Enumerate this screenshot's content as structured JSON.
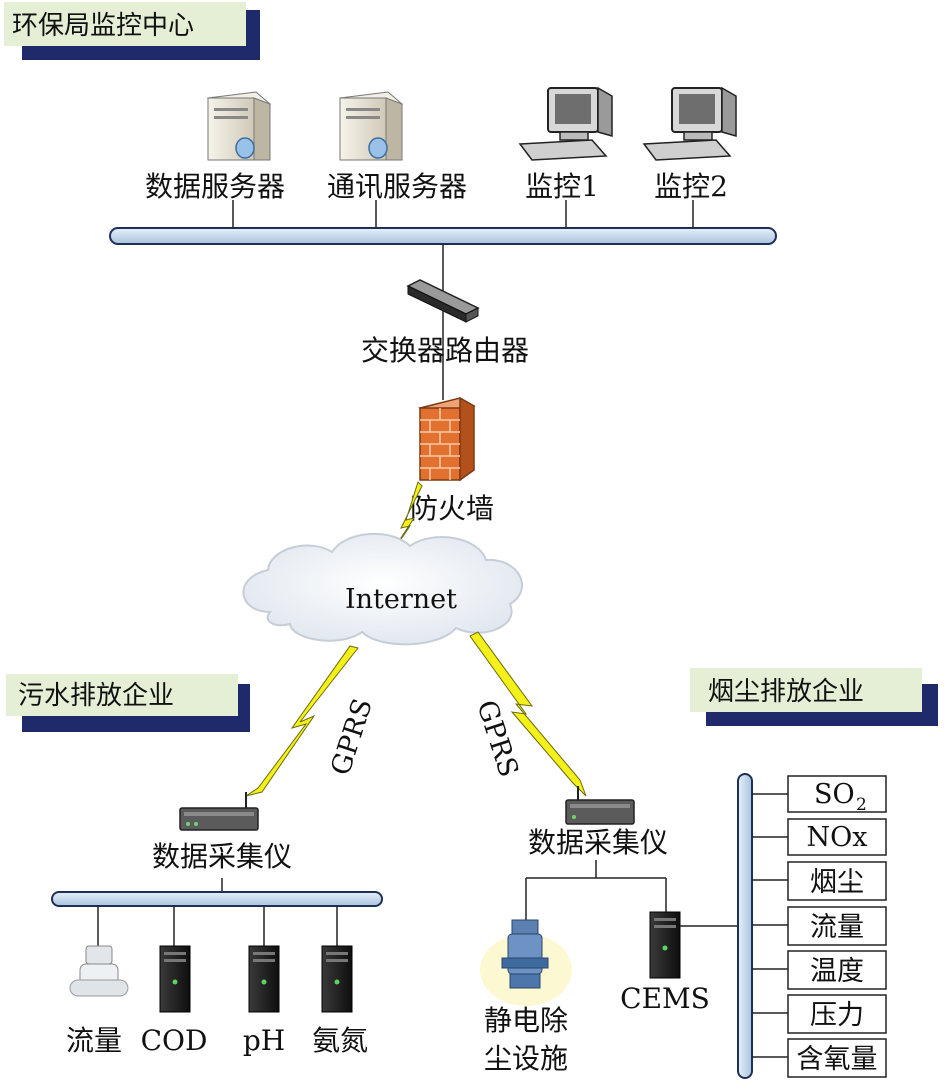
{
  "sections": {
    "center": "环保局监控中心",
    "wastewater": "污水排放企业",
    "smoke": "烟尘排放企业"
  },
  "center_nodes": {
    "data_server": "数据服务器",
    "comm_server": "通讯服务器",
    "monitor1": "监控1",
    "monitor2": "监控2"
  },
  "network": {
    "switch_router": "交换器路由器",
    "firewall": "防火墙",
    "internet": "Internet",
    "gprs_left": "GPRS",
    "gprs_right": "GPRS"
  },
  "wastewater": {
    "collector": "数据采集仪",
    "sensors": [
      "流量",
      "COD",
      "pH",
      "氨氮"
    ]
  },
  "smoke": {
    "collector": "数据采集仪",
    "dust_removal_line1": "静电除",
    "dust_removal_line2": "尘设施",
    "cems": "CEMS",
    "params": {
      "so2_main": "SO",
      "so2_sub": "2",
      "items": [
        "NOx",
        "烟尘",
        "流量",
        "温度",
        "压力",
        "含氧量"
      ]
    }
  },
  "colors": {
    "bus_fill": "#c9dcee",
    "bus_stroke": "#1f2f55",
    "label_bg": "#e4efd6",
    "label_shadow": "#1f2a6b",
    "lightning": "#f3f01a"
  }
}
